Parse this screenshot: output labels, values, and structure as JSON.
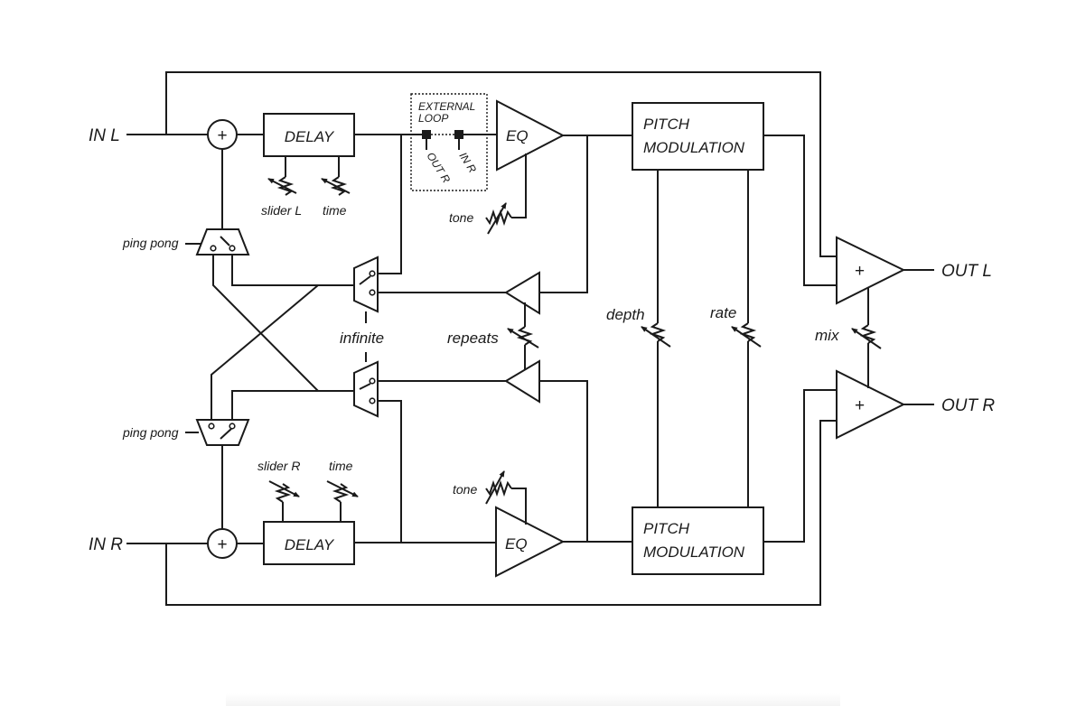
{
  "colors": {
    "line": "#1a1a1a",
    "background": "#ffffff"
  },
  "inputs": {
    "in_l": "IN L",
    "in_r": "IN R"
  },
  "outputs": {
    "out_l": "OUT L",
    "out_r": "OUT R"
  },
  "sum_symbol": "+",
  "delay": {
    "top_label": "DELAY",
    "bottom_label": "DELAY"
  },
  "external_loop": {
    "line1": "EXTERNAL",
    "line2": "LOOP",
    "out_r": "OUT R",
    "in_r": "IN R"
  },
  "eq": {
    "top_label": "EQ",
    "bottom_label": "EQ"
  },
  "pitch_mod": {
    "line1": "PITCH",
    "line2": "MODULATION"
  },
  "knobs": {
    "slider_l": "slider L",
    "slider_r": "slider R",
    "time": "time",
    "tone": "tone",
    "repeats": "repeats",
    "depth": "depth",
    "rate": "rate",
    "mix": "mix"
  },
  "switches": {
    "ping_pong": "ping pong",
    "infinite": "infinite"
  }
}
